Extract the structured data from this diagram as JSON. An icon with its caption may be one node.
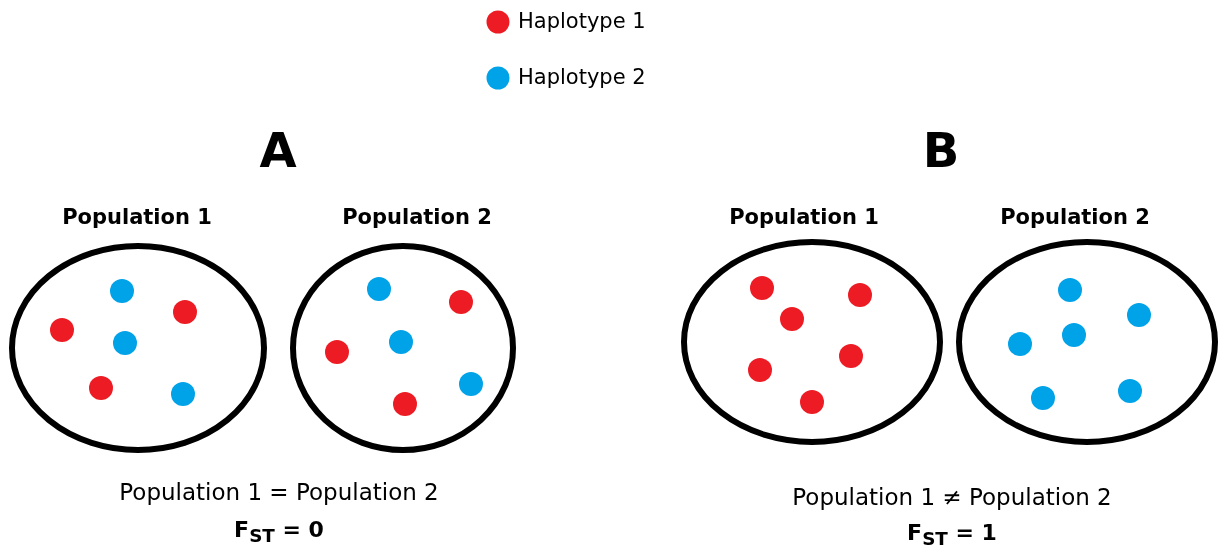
{
  "diagram": {
    "nodes": [
      {
        "text": [
          "Population 1"
        ]
      },
      {
        "text": [
          "Population 2"
        ]
      },
      {
        "text": [
          "Population 1"
        ]
      },
      {
        "text": [
          "Population 2"
        ]
      }
    ],
    "labels": [
      "A",
      "B",
      "Population 1 = Population 2",
      "F$_{ST}$ = 0",
      "Population 1 ≠ Population 2",
      "F$_{ST}$ = 1"
    ],
    "legend": [
      {
        "text": "Haplotype 1",
        "color": "#ed1c24"
      },
      {
        "text": "Haplotype 2",
        "color": "#00a2e8"
      }
    ]
  }
}
